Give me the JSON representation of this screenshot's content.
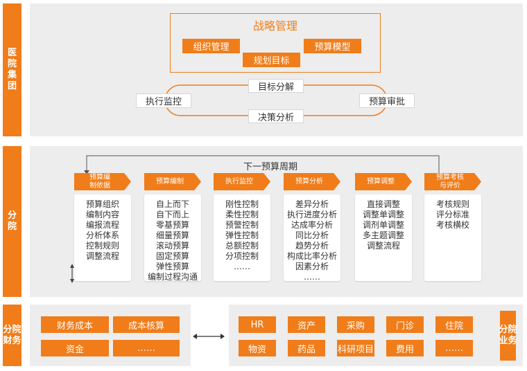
{
  "group": {
    "side_label": "医院集团",
    "strategy_title": "战略管理",
    "buttons": [
      "组织管理",
      "规划目标",
      "预算模型"
    ],
    "cycle": {
      "top": "目标分解",
      "left": "执行监控",
      "right": "预算审批",
      "bottom": "决策分析"
    }
  },
  "branch": {
    "side_label": "分院",
    "cycle_label": "下一预算周期",
    "stages": [
      {
        "title": "预算编\n制依据",
        "items": [
          "预算组织",
          "编制内容",
          "编报流程",
          "分析体系",
          "控制规则",
          "调整流程"
        ]
      },
      {
        "title": "预算编制",
        "items": [
          "自上而下",
          "自下而上",
          "零基预算",
          "细量预算",
          "滚动预算",
          "固定预算",
          "弹性预算",
          "编制过程沟通"
        ]
      },
      {
        "title": "执行监控",
        "items": [
          "刚性控制",
          "柔性控制",
          "预警控制",
          "弹性控制",
          "总额控制",
          "分项控制",
          "……"
        ]
      },
      {
        "title": "预算分析",
        "items": [
          "差异分析",
          "执行进度分析",
          "达成率分析",
          "同比分析",
          "趋势分析",
          "构成比率分析",
          "因素分析",
          "……"
        ]
      },
      {
        "title": "预算调整",
        "items": [
          "直接调整",
          "调整单调整",
          "调剂单调整",
          "多主题调整",
          "调整流程"
        ]
      },
      {
        "title": "预算考核\n与评价",
        "items": [
          "考核规则",
          "评分标准",
          "考核横校"
        ]
      }
    ]
  },
  "finance": {
    "side_label": "分院\n财务",
    "items": [
      "财务成本",
      "成本核算",
      "资金",
      "……"
    ]
  },
  "business": {
    "side_label": "分院\n业务",
    "items": [
      "HR",
      "资产",
      "采购",
      "门诊",
      "住院",
      "物资",
      "药品",
      "科研项目",
      "费用",
      "……"
    ]
  },
  "colors": {
    "accent": "#f07d1a",
    "panel": "#ededed"
  }
}
